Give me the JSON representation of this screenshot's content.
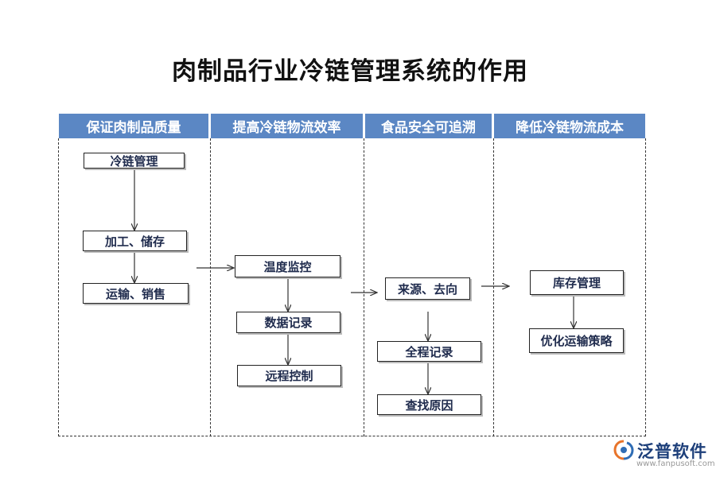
{
  "title": "肉制品行业冷链管理系统的作用",
  "columns": [
    {
      "header": "保证肉制品质量",
      "nodes": [
        "冷链管理",
        "加工、储存",
        "运输、销售"
      ]
    },
    {
      "header": "提高冷链物流效率",
      "nodes": [
        "温度监控",
        "数据记录",
        "远程控制"
      ]
    },
    {
      "header": "食品安全可追溯",
      "nodes": [
        "来源、去向",
        "全程记录",
        "查找原因"
      ]
    },
    {
      "header": "降低冷链物流成本",
      "nodes": [
        "库存管理",
        "优化运输策略"
      ]
    }
  ],
  "logo": {
    "brand": "泛普软件",
    "url": "www.fanpusoft.com",
    "icon": "fanpu-logo-icon"
  },
  "colors": {
    "header_bg": "#5b87c4",
    "node_text": "#1f2b4d"
  }
}
